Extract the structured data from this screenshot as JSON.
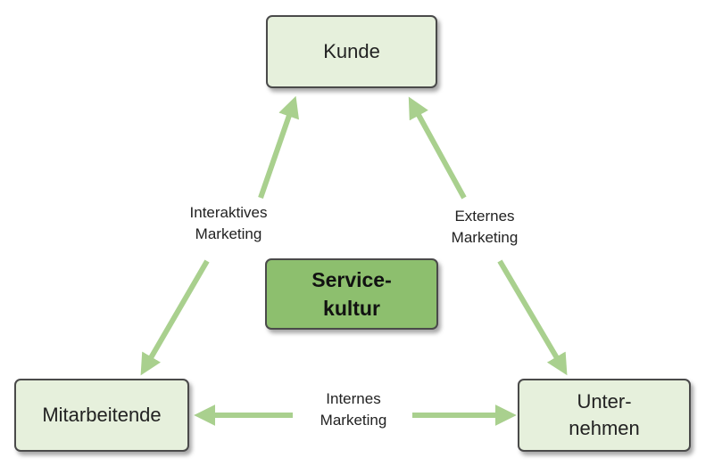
{
  "nodes": {
    "kunde": [
      "Kunde"
    ],
    "service_kultur": [
      "Service-",
      "kultur"
    ],
    "mitarbeitende": [
      "Mitarbeitende"
    ],
    "unternehmen": [
      "Unter-",
      "nehmen"
    ]
  },
  "labels": {
    "interaktives": [
      "Interaktives",
      "Marketing"
    ],
    "externes": [
      "Externes",
      "Marketing"
    ],
    "internes": [
      "Internes",
      "Marketing"
    ]
  },
  "colors": {
    "box_fill": "#e6f0dc",
    "center_fill": "#8dbf6e",
    "arrow": "#a9d08e",
    "border": "#4a4a4a"
  }
}
